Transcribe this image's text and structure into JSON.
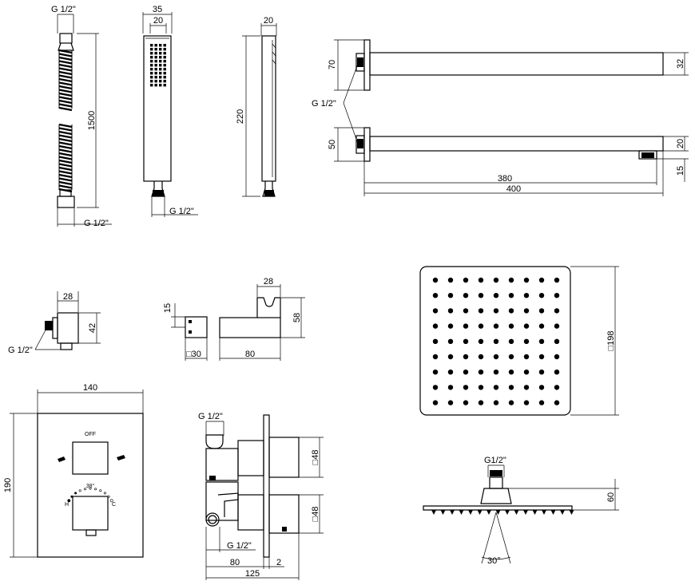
{
  "labels": {
    "hose_thread_top": "G 1/2\"",
    "hose_length": "1500",
    "hose_thread_bottom": "G 1/2\"",
    "hand_width": "35",
    "hand_face_width": "20",
    "hand_thread": "G 1/2\"",
    "hand_side_depth": "20",
    "hand_length": "220",
    "arm_flange_large": "70",
    "arm_tube_large": "32",
    "arm_thread": "G 1/2\"",
    "arm_flange_small": "50",
    "arm_tube_small": "20",
    "arm_outlet_drop": "15",
    "arm_length_inner": "380",
    "arm_length_total": "400",
    "elbow_width": "28",
    "elbow_height": "42",
    "elbow_thread": "G 1/2\"",
    "holder_offset": "15",
    "holder_square": "□30",
    "holder_depth_top": "28",
    "holder_height": "58",
    "holder_length": "80",
    "plate_width": "140",
    "plate_height": "190",
    "plate_off": "OFF",
    "plate_temp": "38°",
    "plate_hot": "H",
    "plate_cold": "C",
    "valve_thread_top": "G 1/2\"",
    "valve_knob_top": "□48",
    "valve_knob_bottom": "□48",
    "valve_thread_bottom": "G 1/2\"",
    "valve_depth": "80",
    "valve_cover": "2",
    "valve_total": "125",
    "head_size": "□198",
    "head_thread": "G1/2\"",
    "head_height": "60",
    "head_angle": "30°"
  }
}
